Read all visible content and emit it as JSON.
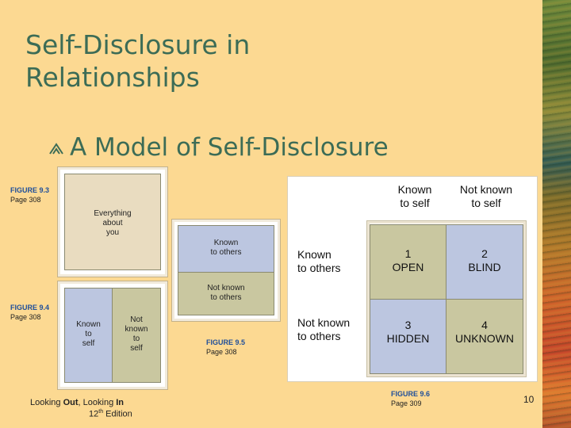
{
  "slide": {
    "title": "Self-Disclosure in Relationships",
    "bullet": "A Model of Self-Disclosure",
    "page_number": "10"
  },
  "figure_9_3": {
    "label": "FIGURE 9.3",
    "page": "Page 308",
    "lines": [
      "Everything",
      "about",
      "you"
    ],
    "color": "#e9dcc0"
  },
  "figure_9_4": {
    "label": "FIGURE 9.4",
    "page": "Page 308",
    "left_lines": [
      "Known",
      "to",
      "self"
    ],
    "right_lines": [
      "Not",
      "known",
      "to",
      "self"
    ],
    "left_color": "#bcc6e0",
    "right_color": "#c9c7a0"
  },
  "figure_9_5": {
    "label": "FIGURE 9.5",
    "page": "Page 308",
    "top_lines": [
      "Known",
      "to others"
    ],
    "bottom_lines": [
      "Not known",
      "to others"
    ],
    "top_color": "#bcc6e0",
    "bottom_color": "#c9c7a0"
  },
  "figure_9_6": {
    "label": "FIGURE 9.6",
    "page": "Page 309",
    "col_headers": [
      [
        "Known",
        "to self"
      ],
      [
        "Not known",
        "to self"
      ]
    ],
    "row_headers": [
      [
        "Known",
        "to others"
      ],
      [
        "Not known",
        "to others"
      ]
    ],
    "quadrants": [
      {
        "number": "1",
        "name": "OPEN",
        "color": "#c9c7a0"
      },
      {
        "number": "2",
        "name": "BLIND",
        "color": "#bcc6e0"
      },
      {
        "number": "3",
        "name": "HIDDEN",
        "color": "#bcc6e0"
      },
      {
        "number": "4",
        "name": "UNKNOWN",
        "color": "#c9c7a0"
      }
    ]
  },
  "footer": {
    "prefix": "Looking ",
    "out": "Out",
    "middle": ", Looking ",
    "in": "In",
    "edition_num": "12",
    "edition_sup": "th",
    "edition_word": " Edition"
  },
  "icons": {
    "bullet": "scroll-bullet-icon"
  },
  "colors": {
    "title": "#3c6c56",
    "background": "#fcd992",
    "figure_label": "#1f4f9a"
  }
}
